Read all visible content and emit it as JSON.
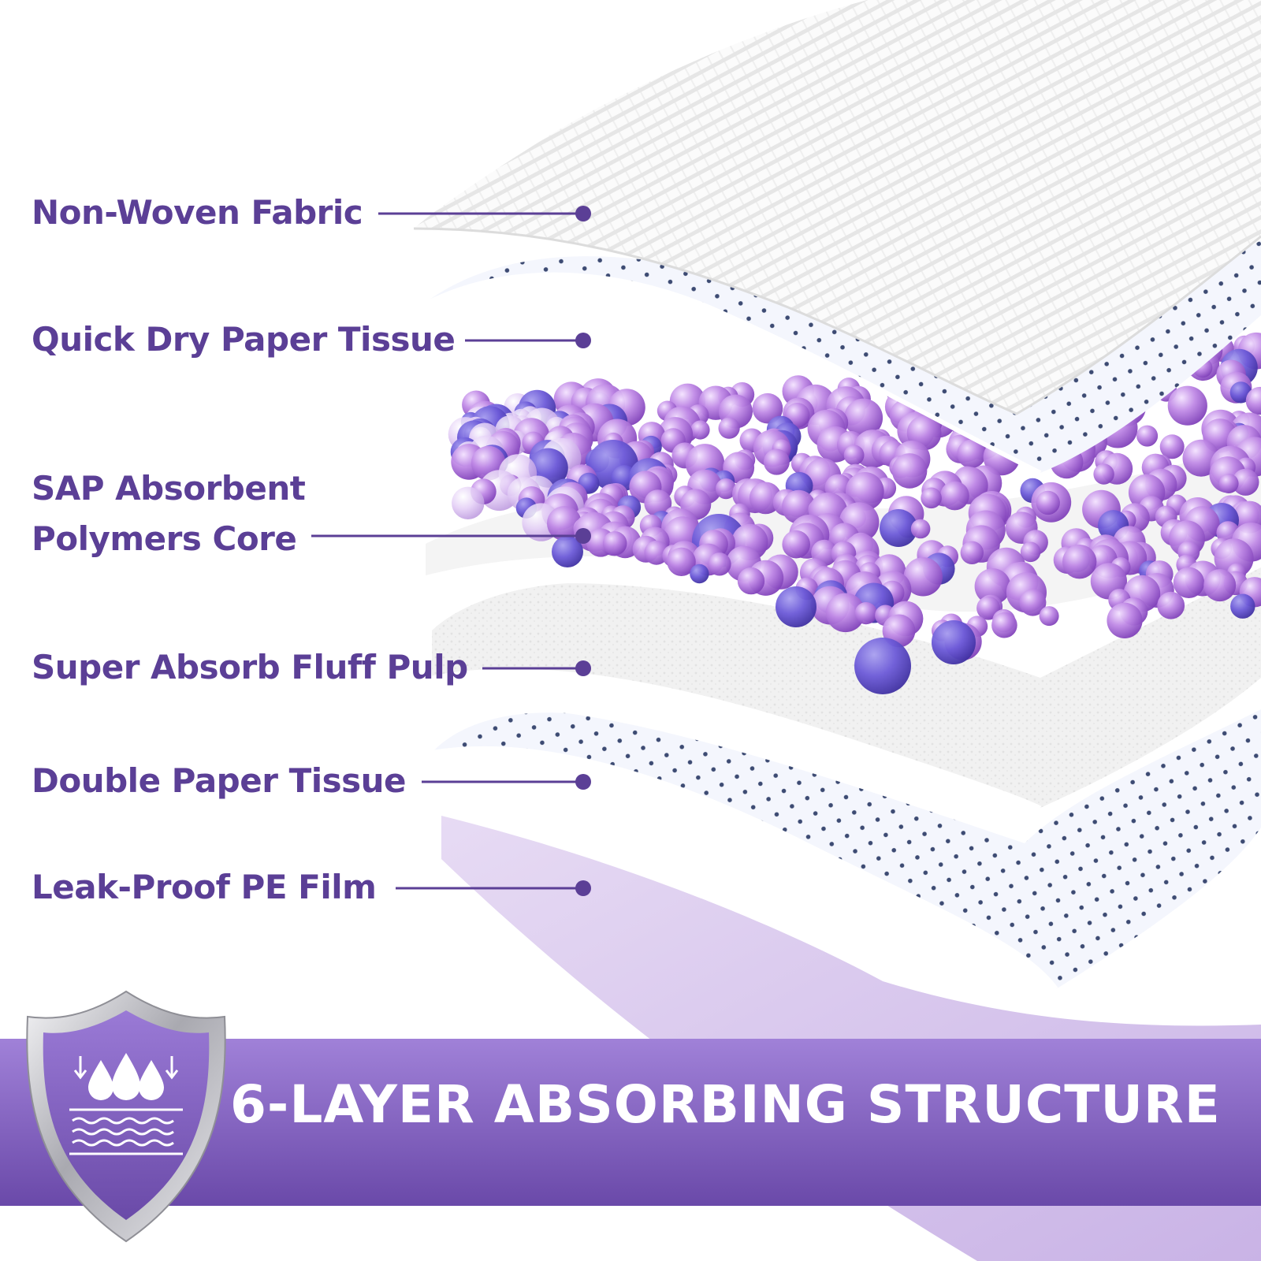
{
  "layers": [
    {
      "label": "Non-Woven Fabric"
    },
    {
      "label": "Quick Dry Paper Tissue"
    },
    {
      "label": "SAP Absorbent\nPolymers Core"
    },
    {
      "label": "Super Absorb Fluff Pulp"
    },
    {
      "label": "Double Paper Tissue"
    },
    {
      "label": "Leak-Proof PE Film"
    }
  ],
  "banner": {
    "title": "6-LAYER ABSORBING STRUCTURE",
    "icon": "water-drops-absorb-icon"
  },
  "colors": {
    "accent": "#5b3f96",
    "banner_light": "#9b7dd6",
    "banner_dark": "#6a4aa8",
    "film": "#d8c5ee",
    "bead": "#b77be0",
    "bead_dark": "#6e5ad6"
  }
}
